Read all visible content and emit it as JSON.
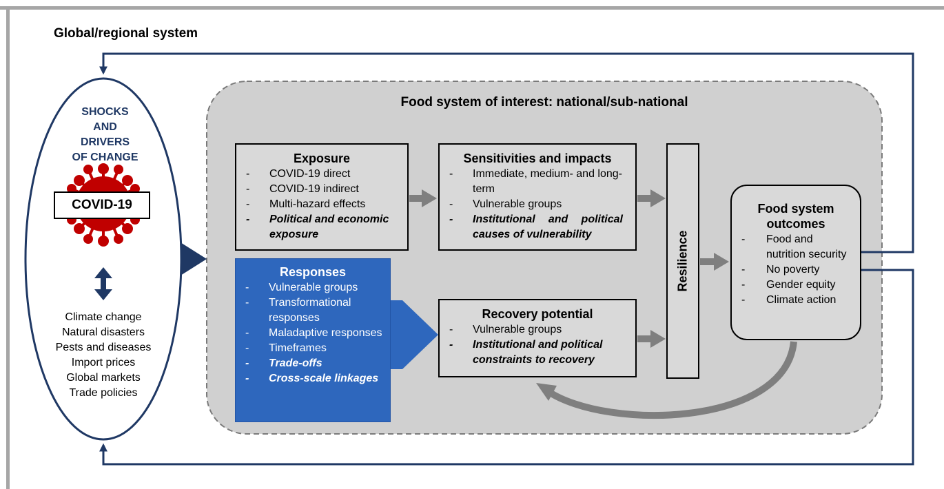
{
  "global_title": "Global/regional system",
  "area_title": "Food system of interest: national/sub-national",
  "shocks": {
    "title_lines": [
      "SHOCKS",
      "AND DRIVERS",
      "OF CHANGE"
    ],
    "covid_label": "COVID-19",
    "drivers": [
      "Climate change",
      "Natural disasters",
      "Pests and diseases",
      "Import prices",
      "Global markets",
      "Trade policies"
    ]
  },
  "exposure": {
    "title": "Exposure",
    "items": [
      "COVID-19 direct",
      "COVID-19 indirect",
      "Multi-hazard effects"
    ],
    "emphasis_items": [
      "Political and economic exposure"
    ]
  },
  "sensitivities": {
    "title": "Sensitivities and impacts",
    "items": [
      "Immediate, medium- and long-term",
      "Vulnerable groups"
    ],
    "emphasis_items": [
      "Institutional and political causes of vulnerability"
    ]
  },
  "responses": {
    "title": "Responses",
    "items": [
      "Vulnerable groups",
      "Transformational responses",
      "Maladaptive responses",
      "Timeframes"
    ],
    "emphasis_items": [
      "Trade-offs",
      "Cross-scale linkages"
    ]
  },
  "recovery": {
    "title": "Recovery potential",
    "items": [
      "Vulnerable groups"
    ],
    "emphasis_items": [
      "Institutional and political constraints to recovery"
    ]
  },
  "resilience_label": "Resilience",
  "outcomes": {
    "title": "Food system outcomes",
    "items": [
      "Food and nutrition security",
      "No poverty",
      "Gender equity",
      "Climate action"
    ]
  },
  "colors": {
    "navy": "#1f3864",
    "virus_red": "#c00000",
    "responses_blue": "#2e67bd",
    "box_gray": "#d9d9d9",
    "area_gray": "#d0d0d0",
    "arrow_gray": "#7f7f7f"
  }
}
